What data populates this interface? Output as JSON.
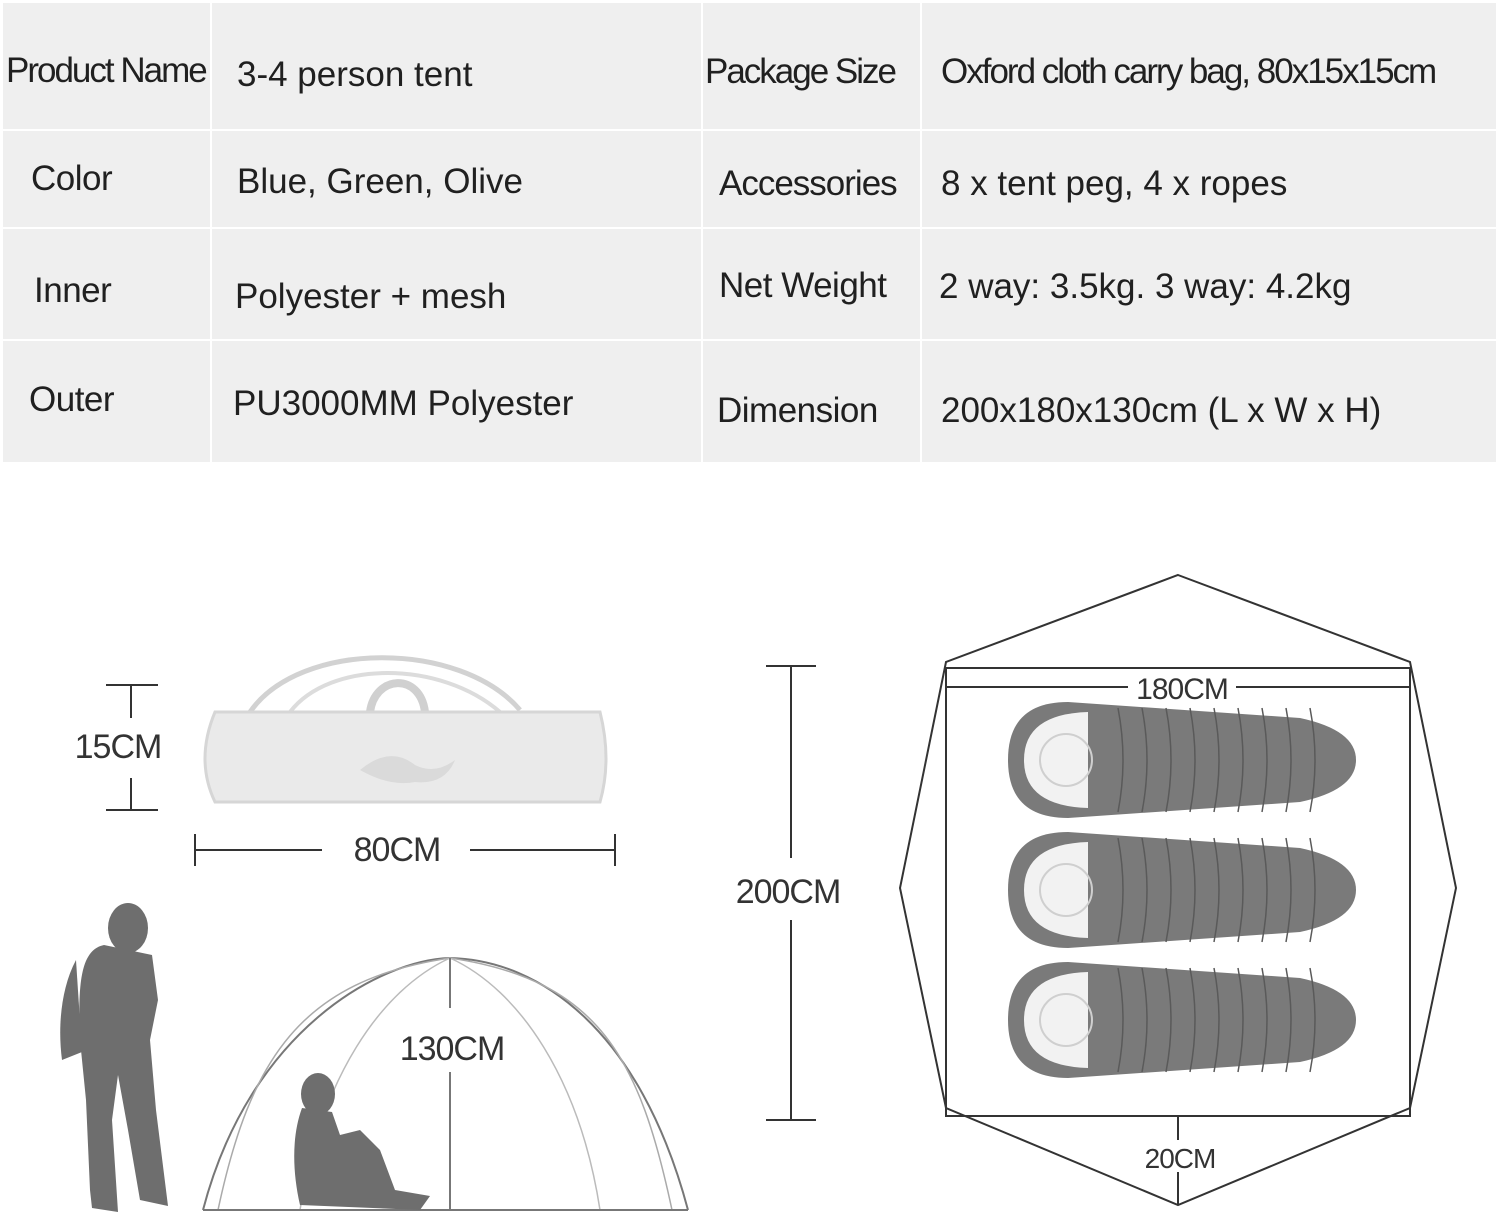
{
  "specs": {
    "rows": [
      {
        "left_label": "Product Name",
        "left_value": "3-4 person tent",
        "right_label": "Package Size",
        "right_value": "Oxford cloth carry bag, 80x15x15cm"
      },
      {
        "left_label": "Color",
        "left_value": "Blue, Green, Olive",
        "right_label": "Accessories",
        "right_value": "8 x tent peg, 4 x ropes"
      },
      {
        "left_label": "Inner",
        "left_value": "Polyester + mesh",
        "right_label": "Net Weight",
        "right_value": "2 way: 3.5kg. 3 way: 4.2kg"
      },
      {
        "left_label": "Outer",
        "left_value": "PU3000MM Polyester",
        "right_label": "Dimension",
        "right_value": "200x180x130cm (L x W x H)"
      }
    ]
  },
  "diagram": {
    "bag_height": "15CM",
    "bag_length": "80CM",
    "tent_height": "130CM",
    "floor_length": "200CM",
    "floor_width": "180CM",
    "vestibule_depth": "20CM"
  },
  "colors": {
    "table_background": "#efefef",
    "silhouette": "#6e6e6e",
    "sleeping_bag": "#7a7a7a",
    "line": "#333333"
  }
}
